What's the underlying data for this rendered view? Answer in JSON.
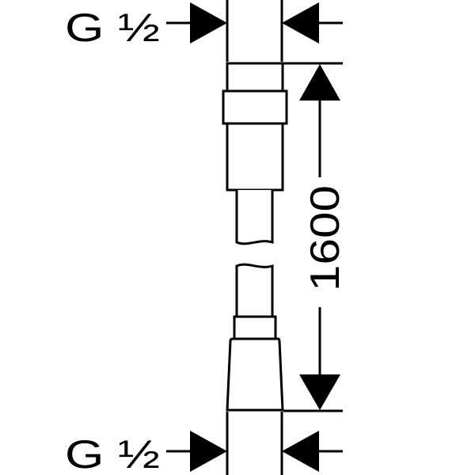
{
  "drawing": {
    "top_thread_label": "G ½",
    "bottom_thread_label": "G ½",
    "length_dimension": "1600",
    "colors": {
      "line": "#000000",
      "background": "#ffffff"
    }
  }
}
